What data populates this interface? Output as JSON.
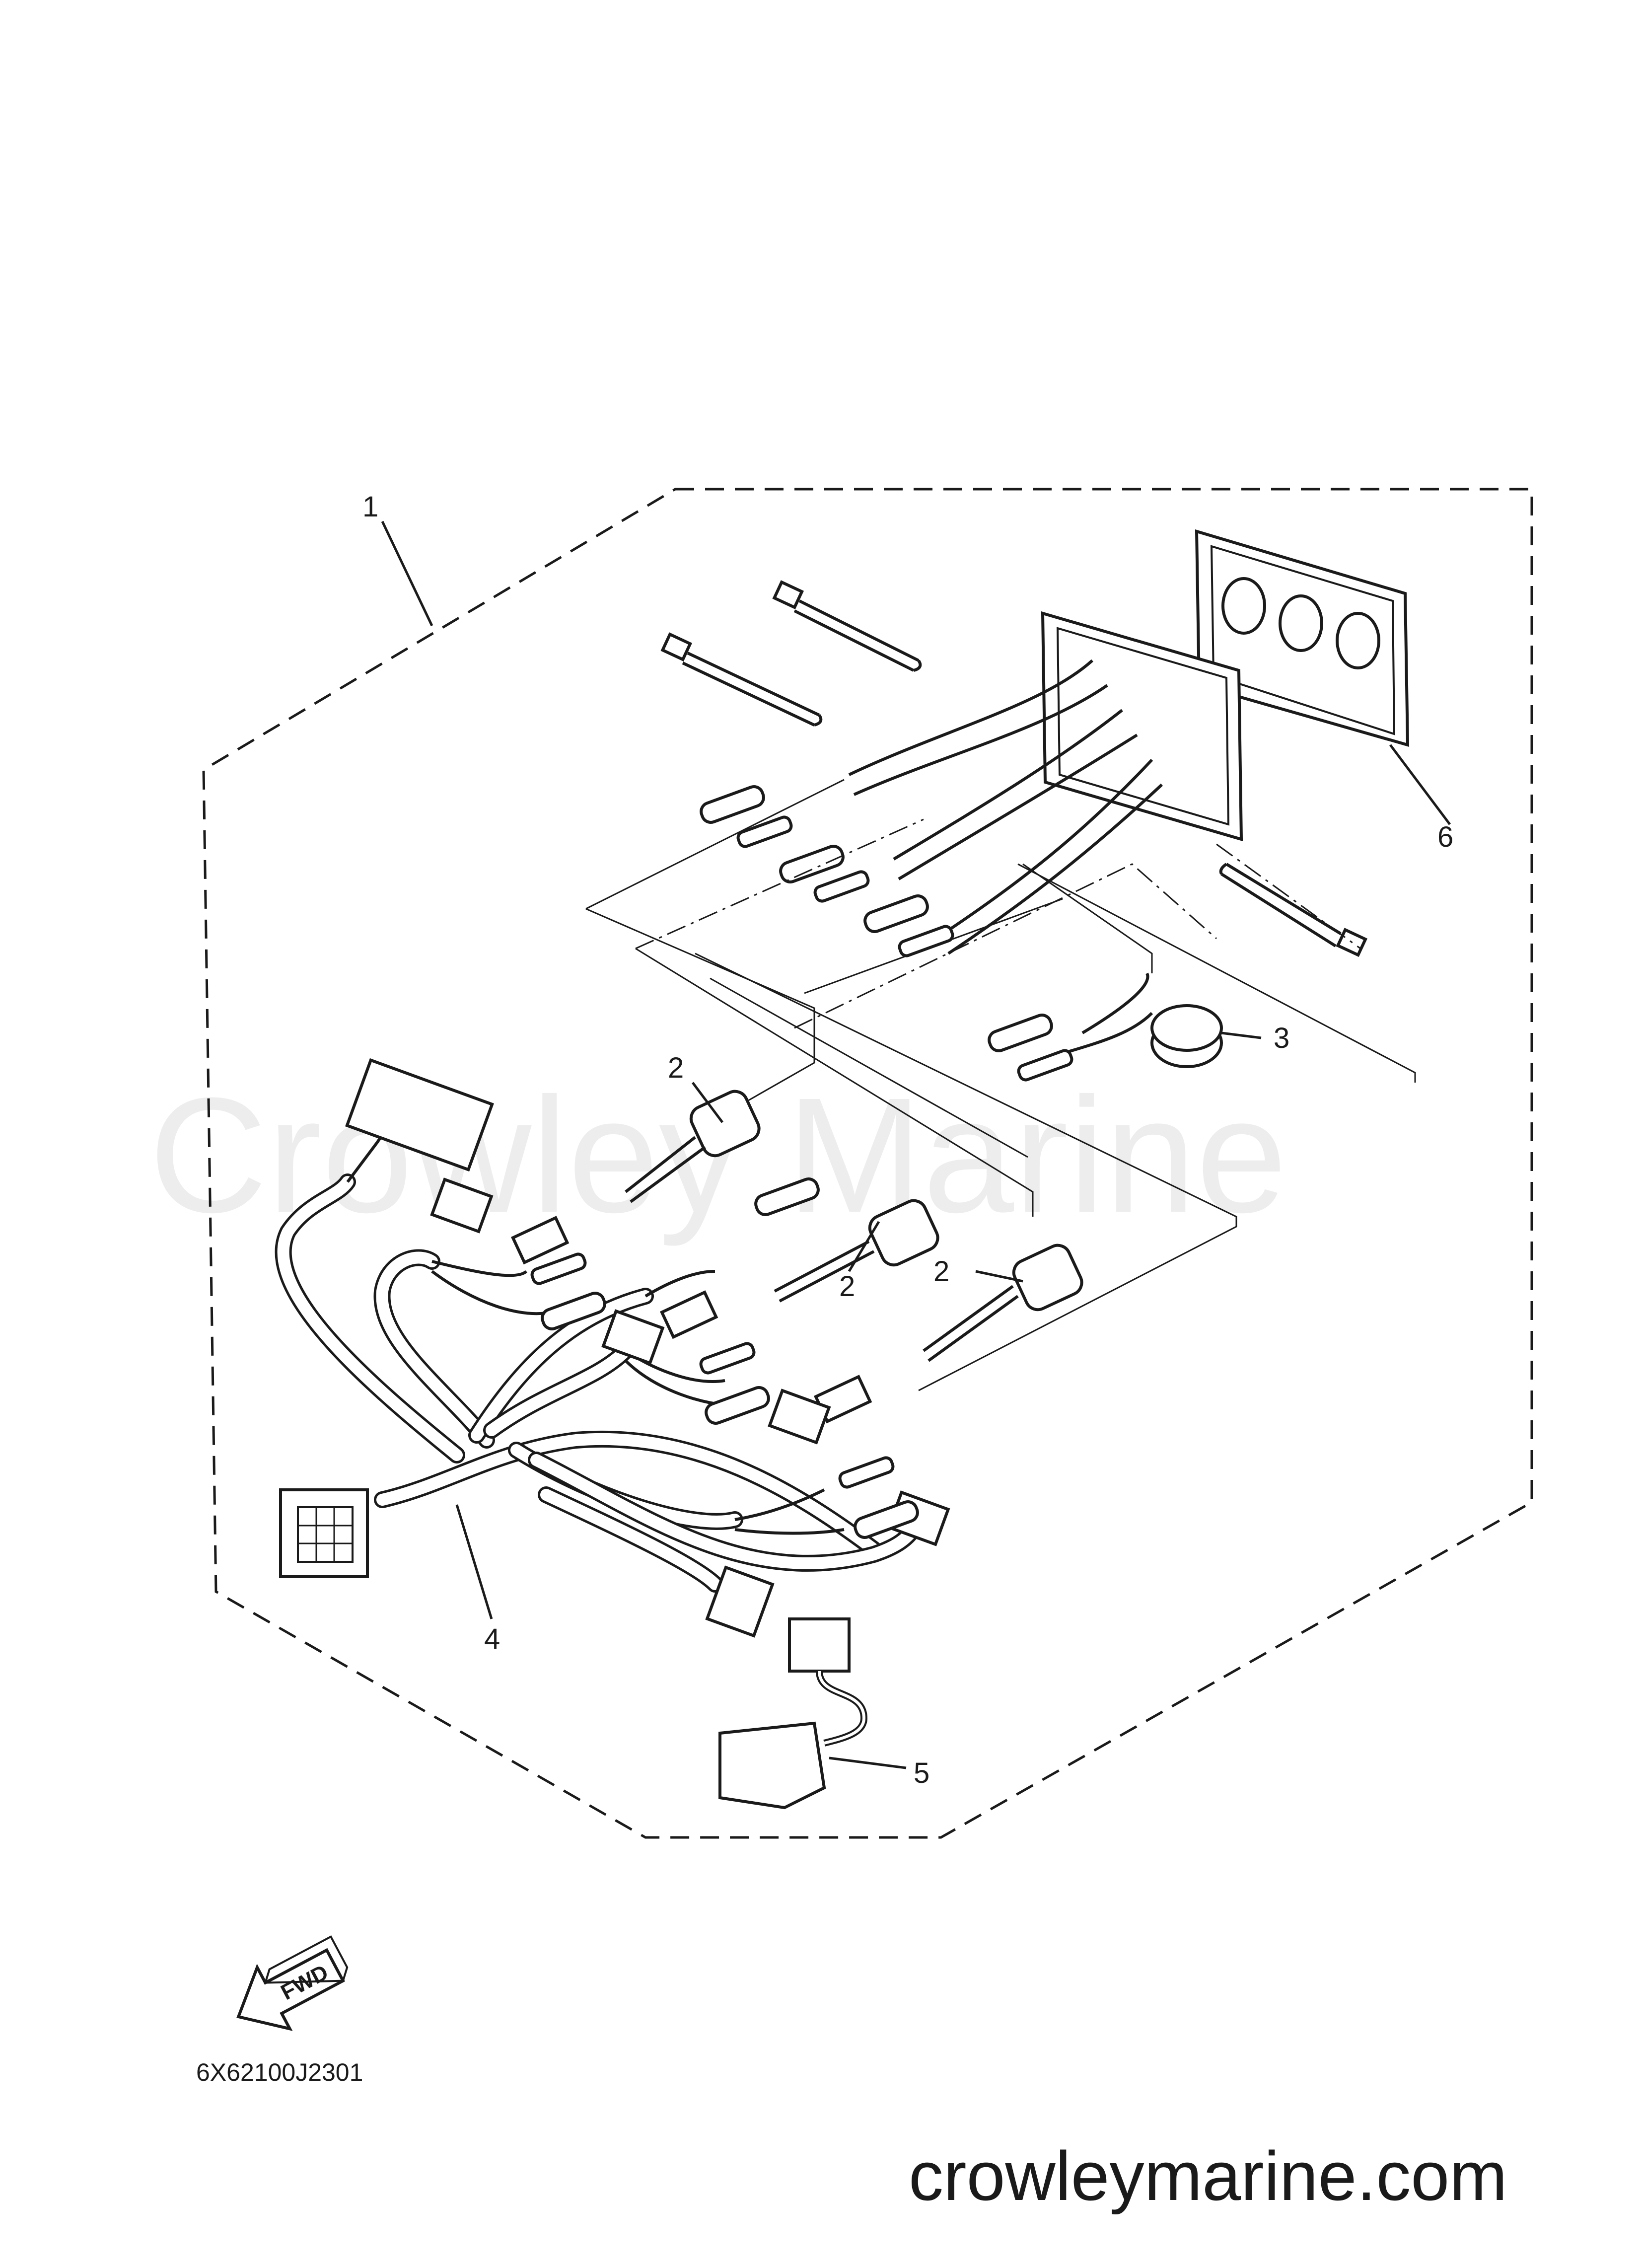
{
  "callouts": {
    "c1": "1",
    "c2a": "2",
    "c2b": "2",
    "c2c": "2",
    "c3": "3",
    "c4": "4",
    "c5": "5",
    "c6": "6"
  },
  "watermark": "Crowley Marine",
  "direction_marker": "FWD",
  "diagram_code": "6X62100J2301",
  "site_url": "crowleymarine.com",
  "colors": {
    "ink": "#1a1a1a",
    "paper": "#ffffff",
    "watermark": "#d9d9d9"
  }
}
